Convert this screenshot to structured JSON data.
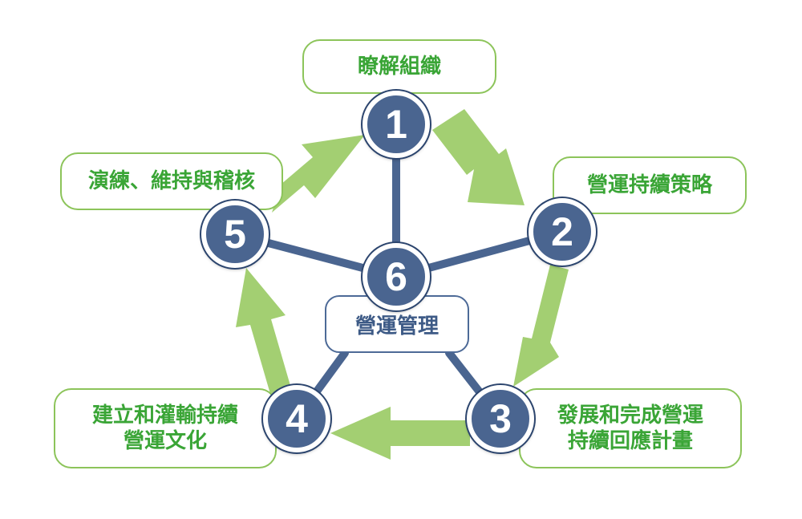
{
  "colors": {
    "arrow": "#a3cf72",
    "spoke": "#4a6590",
    "node_fill": "#4a6590",
    "label_border": "#8cc45a",
    "label_text": "#3aa536",
    "center_text": "#3d5a86"
  },
  "nodes": [
    {
      "number": "1",
      "label_lines": [
        "瞭解組織"
      ]
    },
    {
      "number": "2",
      "label_lines": [
        "營運持續策略"
      ]
    },
    {
      "number": "3",
      "label_lines": [
        "發展和完成營運",
        "持續回應計畫"
      ]
    },
    {
      "number": "4",
      "label_lines": [
        "建立和灌輸持續",
        "營運文化"
      ]
    },
    {
      "number": "5",
      "label_lines": [
        "演練、維持與稽核"
      ]
    },
    {
      "number": "6",
      "label_lines": [
        "營運管理"
      ]
    }
  ]
}
